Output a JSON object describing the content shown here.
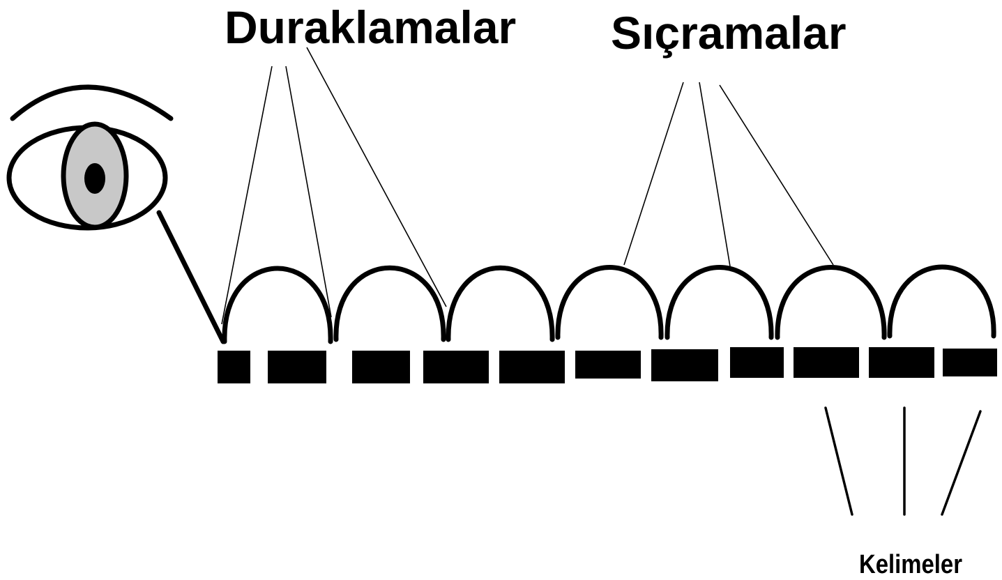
{
  "labels": {
    "fixations": "Duraklamalar",
    "saccades": "Sıçramalar",
    "words": "Kelimeler"
  },
  "colors": {
    "ink": "#000000",
    "iris": "#c8c8c8",
    "background": "#ffffff"
  },
  "icons": {
    "eye": "eye-icon"
  }
}
